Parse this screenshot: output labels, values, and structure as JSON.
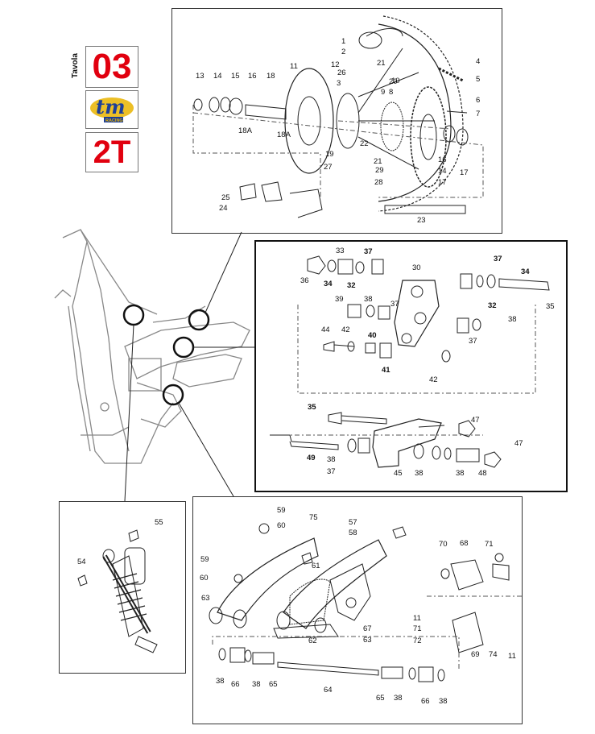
{
  "header": {
    "tavola_label": "Tavola",
    "table_number": "03",
    "brand_logo": "tm RACING",
    "engine_type": "2T"
  },
  "colors": {
    "accent_red": "#e1000f",
    "logo_blue": "#1c3f99",
    "logo_gold": "#e9b400",
    "line": "#222222"
  },
  "panels": {
    "wheel_panel": {
      "labels": [
        "1",
        "2",
        "3",
        "4",
        "5",
        "6",
        "7",
        "8",
        "9",
        "10",
        "11",
        "12",
        "13",
        "14",
        "15",
        "16",
        "17",
        "18",
        "18A",
        "18A",
        "19",
        "20",
        "21",
        "21",
        "22",
        "23",
        "24",
        "25",
        "26",
        "27",
        "28",
        "29",
        "14",
        "16",
        "17"
      ]
    },
    "linkage_panel": {
      "labels": [
        "30",
        "32",
        "32",
        "33",
        "34",
        "34",
        "35",
        "35",
        "36",
        "37",
        "37",
        "37",
        "37",
        "37",
        "38",
        "38",
        "38",
        "38",
        "38",
        "39",
        "40",
        "41",
        "42",
        "42",
        "44",
        "45",
        "47",
        "47",
        "48",
        "49"
      ]
    },
    "shock_panel": {
      "labels": [
        "54",
        "55"
      ]
    },
    "swingarm_panel": {
      "labels": [
        "38",
        "38",
        "38",
        "38",
        "57",
        "58",
        "59",
        "59",
        "60",
        "60",
        "61",
        "62",
        "63",
        "63",
        "64",
        "65",
        "65",
        "66",
        "66",
        "67",
        "68",
        "69",
        "70",
        "71",
        "71",
        "72",
        "74",
        "75",
        "11",
        "11"
      ]
    }
  }
}
